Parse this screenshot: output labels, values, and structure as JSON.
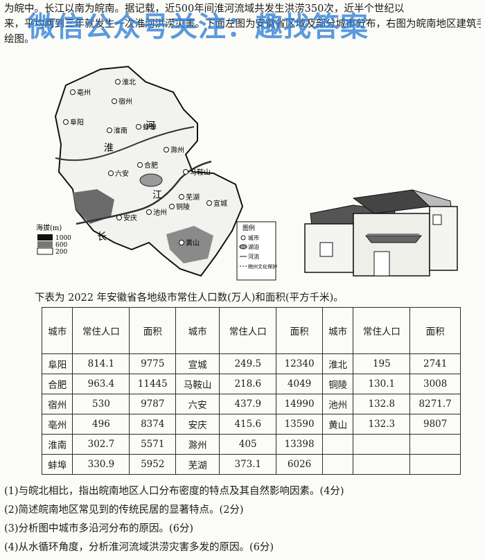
{
  "watermark": "微信公众号关注：趣找答案",
  "intro": {
    "line1": "为皖中。长江以南为皖南。据记载，近500年间淮河流域共发生洪涝350次，近半个世纪以",
    "line2": "来，平均两到三年就发生一次淮河洪涝灾害。下面左图为安徽省区域及部分城市分布，右图为皖南地区建筑手",
    "line3": "绘图。"
  },
  "map": {
    "cities": [
      "淮北",
      "亳州",
      "宿州",
      "阜阳",
      "蚌埠",
      "淮南",
      "滁州",
      "合肥",
      "六安",
      "马鞍山",
      "芜湖",
      "铜陵",
      "宣城",
      "池州",
      "安庆",
      "黄山"
    ],
    "river_labels": [
      "淮",
      "河",
      "长",
      "江"
    ],
    "elevation_legend": {
      "title": "海拔(m)",
      "levels": [
        "1000",
        "600",
        "200"
      ]
    },
    "legend": {
      "title": "图例",
      "items": [
        "城市",
        "湖泊",
        "河流",
        "皖州文化保护区"
      ]
    }
  },
  "table": {
    "caption": "下表为 2022 年安徽省各地级市常住人口数(万人)和面积(平方千米)。",
    "headers": [
      "城市",
      "常住人口",
      "面积",
      "城市",
      "常住人口",
      "面积",
      "城市",
      "常住人口",
      "面积"
    ],
    "rows": [
      [
        "阜阳",
        "814.1",
        "9775",
        "宣城",
        "249.5",
        "12340",
        "淮北",
        "195",
        "2741"
      ],
      [
        "合肥",
        "963.4",
        "11445",
        "马鞍山",
        "218.6",
        "4049",
        "铜陵",
        "130.1",
        "3008"
      ],
      [
        "宿州",
        "530",
        "9787",
        "六安",
        "437.9",
        "14990",
        "池州",
        "132.8",
        "8271.7"
      ],
      [
        "亳州",
        "496",
        "8374",
        "安庆",
        "415.6",
        "13590",
        "黄山",
        "132.3",
        "9807"
      ],
      [
        "淮南",
        "302.7",
        "5571",
        "滁州",
        "405",
        "13398",
        "",
        "",
        ""
      ],
      [
        "蚌埠",
        "330.9",
        "5952",
        "芜湖",
        "373.1",
        "6026",
        "",
        "",
        ""
      ]
    ]
  },
  "questions": [
    "(1)与皖北相比，指出皖南地区人口分布密度的特点及其自然影响因素。(4分)",
    "(2)简述皖南地区常见到的传统民居的显著特点。(2分)",
    "(3)分析图中城市多沿河分布的原因。(6分)",
    "(4)从水循环角度，分析淮河流域洪涝灾害多发的原因。(6分)"
  ]
}
